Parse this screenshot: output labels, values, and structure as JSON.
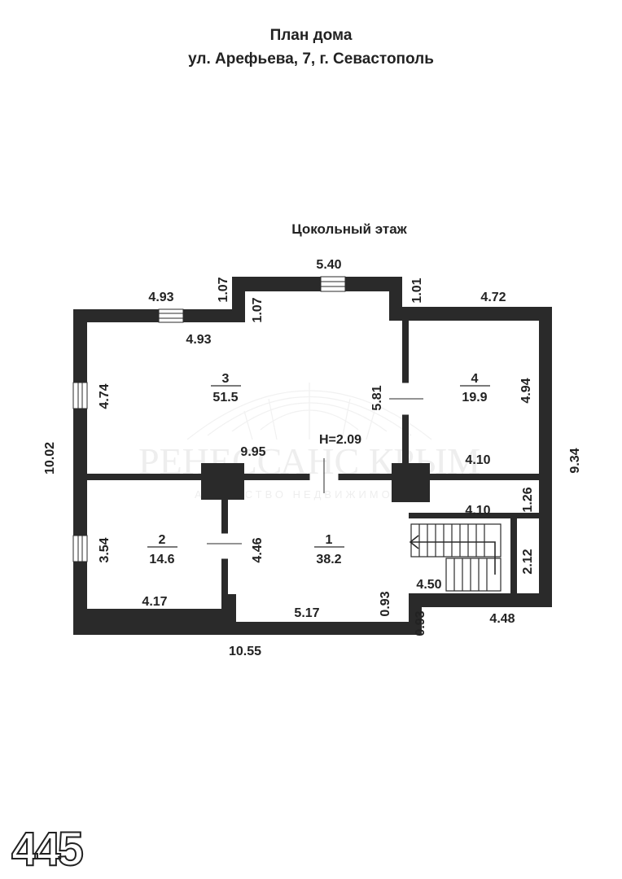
{
  "title": {
    "line1": "План дома",
    "line2": "ул. Арефьева, 7, г. Севастополь"
  },
  "floor_label": "Цокольный этаж",
  "rooms": [
    {
      "id": "3",
      "area": "51.5"
    },
    {
      "id": "4",
      "area": "19.9"
    },
    {
      "id": "2",
      "area": "14.6"
    },
    {
      "id": "1",
      "area": "38.2"
    }
  ],
  "height_label": "H=2.09",
  "dimensions": {
    "top_540": "5.40",
    "top_left_493": "4.93",
    "inner_493": "4.93",
    "notch_107_outer": "1.07",
    "notch_107_inner": "1.07",
    "notch_101": "1.01",
    "top_right_472": "4.72",
    "room3_474": "4.74",
    "room3_581": "5.81",
    "room4_494": "4.94",
    "left_1002": "10.02",
    "room3_995": "9.95",
    "room4_410": "4.10",
    "right_934": "9.34",
    "stair_410": "4.10",
    "stair_126": "1.26",
    "room2_354": "3.54",
    "room1_446": "4.46",
    "stair_212": "2.12",
    "stair_450": "4.50",
    "room2_417": "4.17",
    "room1_093": "0.93",
    "room1_517": "5.17",
    "outer_093": "0.93",
    "bottom_448": "4.48",
    "bottom_1055": "10.55"
  },
  "watermark": {
    "brand": "РЕНЕССАНС КРЫМ",
    "tagline": "АГЕНТСТВО НЕДВИЖИМОСТИ"
  },
  "image_number": "445",
  "colors": {
    "wall": "#2a2a2a",
    "text": "#222222",
    "background": "#ffffff"
  }
}
